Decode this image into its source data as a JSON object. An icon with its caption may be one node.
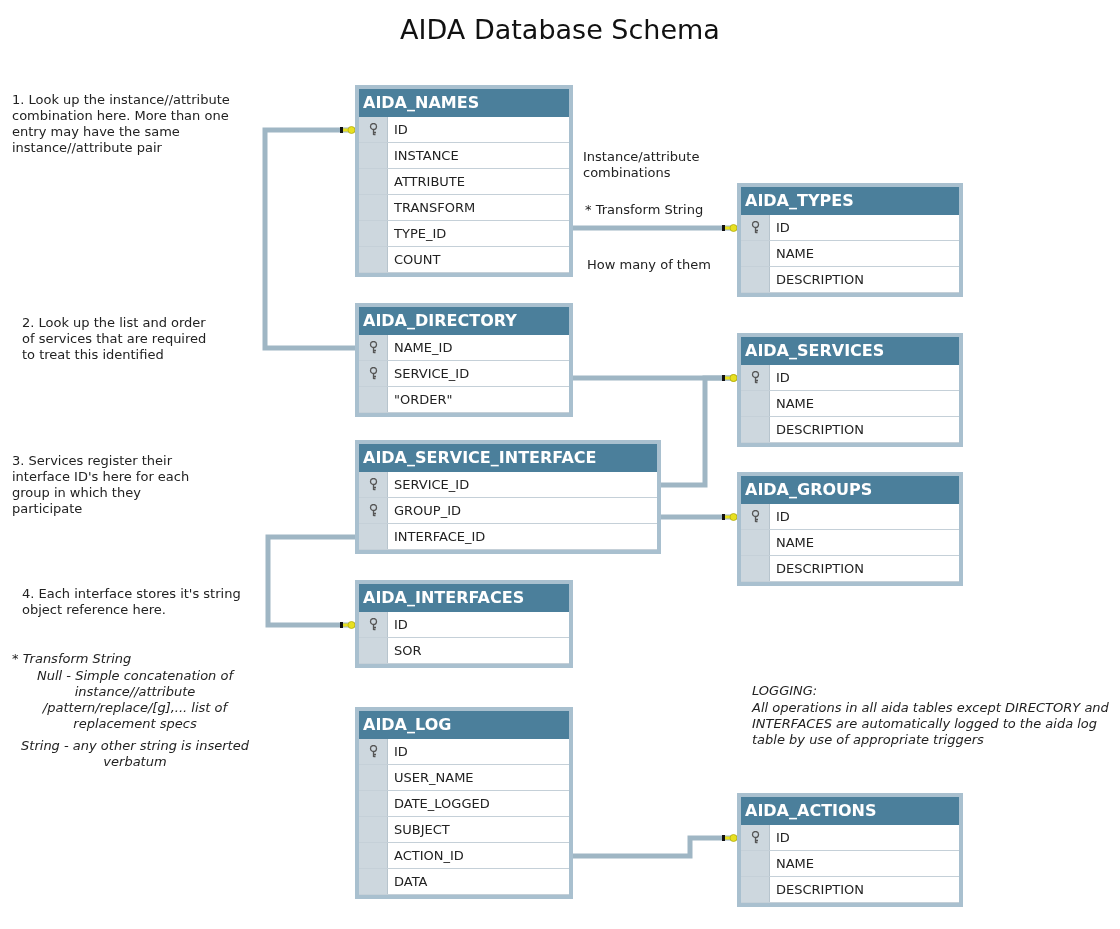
{
  "diagram": {
    "title": "AIDA Database Schema",
    "nodes": [
      {
        "text": [
          "AIDA_NAMES",
          "ID",
          "INSTANCE",
          "ATTRIBUTE",
          "TRANSFORM",
          "TYPE_ID",
          "COUNT"
        ]
      },
      {
        "text": [
          "AIDA_TYPES",
          "ID",
          "NAME",
          "DESCRIPTION"
        ]
      },
      {
        "text": [
          "AIDA_DIRECTORY",
          "NAME_ID",
          "SERVICE_ID",
          "\"ORDER\""
        ]
      },
      {
        "text": [
          "AIDA_SERVICES",
          "ID",
          "NAME",
          "DESCRIPTION"
        ]
      },
      {
        "text": [
          "AIDA_SERVICE_INTERFACE",
          "SERVICE_ID",
          "GROUP_ID",
          "INTERFACE_ID"
        ]
      },
      {
        "text": [
          "AIDA_GROUPS",
          "ID",
          "NAME",
          "DESCRIPTION"
        ]
      },
      {
        "text": [
          "AIDA_INTERFACES",
          "ID",
          "SOR"
        ]
      },
      {
        "text": [
          "AIDA_LOG",
          "ID",
          "USER_NAME",
          "DATE_LOGGED",
          "SUBJECT",
          "ACTION_ID",
          "DATA"
        ]
      },
      {
        "text": [
          "AIDA_ACTIONS",
          "ID",
          "NAME",
          "DESCRIPTION"
        ]
      }
    ],
    "edges": [
      {
        "from": 2,
        "to": 0,
        "arrow": "other"
      },
      {
        "from": 0,
        "to": 1,
        "arrow": "other"
      },
      {
        "from": 2,
        "to": 3,
        "arrow": "other"
      },
      {
        "from": 4,
        "to": 3,
        "arrow": "other"
      },
      {
        "from": 4,
        "to": 5,
        "arrow": "other"
      },
      {
        "from": 4,
        "to": 6,
        "arrow": "other"
      },
      {
        "from": 7,
        "to": 8,
        "arrow": "other"
      }
    ],
    "labels": [
      "1. Look up the instance//attribute combination here. More than one entry may have the same instance//attribute pair",
      "Instance/attribute combinations",
      "* Transform String",
      "How many of them",
      "2. Look up the list and order of services that are required to treat this identified",
      "3. Services register their interface ID's here for each group in which they participate",
      "4. Each interface stores it's string object reference here.",
      "* Transform String",
      "Null - Simple concatenation of instance//attribute /pattern/replace/[g],... list of replacement specs",
      "String - any other string is inserted verbatum",
      "LOGGING:",
      "All operations in all aida tables except DIRECTORY and INTERFACES are automatically logged to the aida log table by use of appropriate triggers"
    ]
  }
}
